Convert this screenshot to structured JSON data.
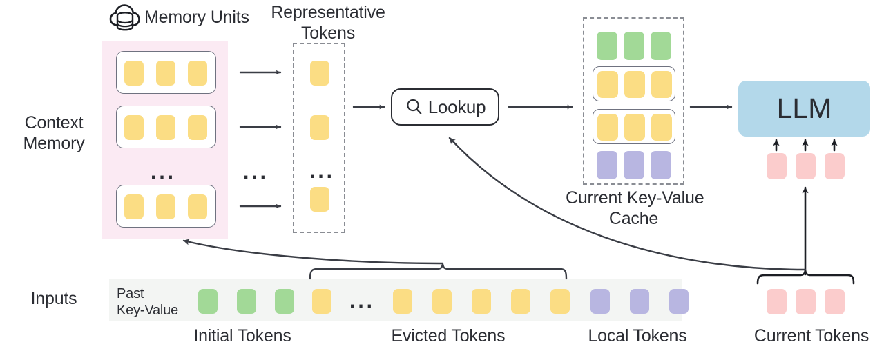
{
  "diagram": {
    "title_icon": "cloud-database-icon",
    "row_labels": {
      "context_memory": "Context\nMemory",
      "inputs": "Inputs"
    },
    "headers": {
      "memory_units": "Memory Units",
      "representative_tokens": "Representative\nTokens",
      "kv_cache": "Current Key-Value\nCache"
    },
    "lookup": {
      "label": "Lookup",
      "icon": "search-icon"
    },
    "llm": {
      "label": "LLM"
    },
    "inputs": {
      "past_kv_label": "Past\nKey-Value",
      "group_labels": {
        "initial": "Initial Tokens",
        "evicted": "Evicted Tokens",
        "local": "Local Tokens",
        "current": "Current Tokens"
      },
      "ellipsis": "..."
    },
    "ellipsis": "...",
    "colors": {
      "yellow_token": "#fbdd84",
      "green_token": "#a2d997",
      "purple_token": "#b8b6e1",
      "pink_token": "#fbcccc",
      "llm_blue": "#b3d8ea",
      "memory_pink_bg": "#fbeaf3",
      "inputs_strip_bg": "#f3f5f3",
      "stroke": "#2b2d33",
      "dashed_stroke": "#8a8d94"
    },
    "counts": {
      "memory_units_visible": 3,
      "tokens_per_memory_unit": 3,
      "representative_tokens_visible": 3,
      "kv_cache_rows": 4,
      "kv_cache_tokens_per_row": 3,
      "initial_tokens": 3,
      "evicted_tokens_visible": 6,
      "local_tokens": 3,
      "current_tokens": 3
    }
  }
}
